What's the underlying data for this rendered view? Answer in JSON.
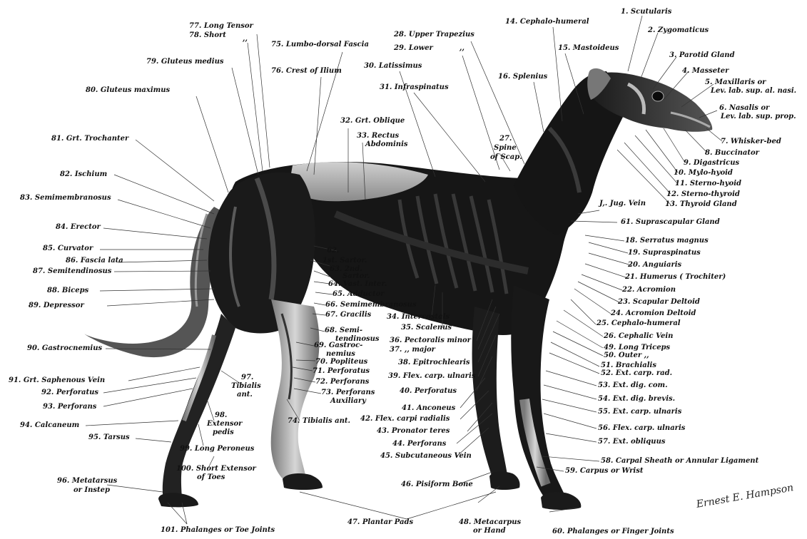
{
  "labels": {
    "l1": "1. Scutularis",
    "l2": "2. Zygomaticus",
    "l3": "3. Parotid Gland",
    "l4": "4. Masseter",
    "l5a": "5. Maxillaris or",
    "l5b": "Lev. lab. sup. al. nasi.",
    "l6a": "6. Nasalis or",
    "l6b": "Lev. lab. sup. prop.",
    "l7": "7. Whisker-bed",
    "l8": "8. Buccinator",
    "l9": "9. Digastricus",
    "l10": "10. Mylo-hyoid",
    "l11": "11. Sterno-hyoid",
    "l12": "12. Sterno-thyroid",
    "l13": "13. Thyroid Gland",
    "l14": "14. Cephalo-humeral",
    "l15": "15. Mastoideus",
    "l16": "16. Splenius",
    "l27a": "27.",
    "l27b": "Spine",
    "l27c": "of Scap.",
    "l28": "28. Upper Trapezius",
    "l29": "29. Lower",
    "l29d": ",,",
    "l30": "30. Latissimus",
    "l31": "31. Infraspinatus",
    "l32": "32. Grt. Oblique",
    "l33a": "33. Rectus",
    "l33b": "Abdominis",
    "ljug": "J,. Jug. Vein",
    "l61": "61. Suprascapular Gland",
    "l18": "18. Serratus magnus",
    "l19": "19. Supraspinatus",
    "l20": "20. Anguiaris",
    "l21": "21. Humerus ( Trochiter)",
    "l22": "22. Acromion",
    "l23": "23. Scapular Deltoid",
    "l24": "24. Acromion Deltoid",
    "l25": "25. Cephalo-humeral",
    "l26": "26. Cephalic Vein",
    "l49": "49. Long Triceps",
    "l50": "50. Outer  ,,",
    "l51": "51. Brachialis",
    "l52": "52. Ext. carp. rad.",
    "l53": "53. Ext. dig. com.",
    "l54": "54. Ext. dig. brevis.",
    "l55": "55. Ext. carp. ulnaris",
    "l56": "56. Flex. carp. ulnaris",
    "l57": "57. Ext. obliquus",
    "l58": "58. Carpal Sheath or Annular Ligament",
    "l59": "59. Carpus or Wrist",
    "l60": "60. Phalanges or Finger Joints",
    "l48a": "48. Metacarpus",
    "l48b": "or Hand",
    "l47": "47. Plantar Pads",
    "l46": "46. Pisiform Bone",
    "l45": "45. Subcutaneous Vein",
    "l44": "44. Perforans",
    "l43": "43. Pronator teres",
    "l42": "42. Flex. carpi radialis",
    "l41": "41. Anconeus",
    "l40": "40. Perforatus",
    "l39": "39. Flex. carp. ulnaris",
    "l38": "38. Epitrochlearis",
    "l37": "37.    ,,    major",
    "l36": "36. Pectoralis minor",
    "l35": "35. Scalenus",
    "l34": "34. Intercostals",
    "l77": "77. Long Tensor",
    "l78": "78. Short",
    "l78d": ",,",
    "l75": "75. Lumbo-dorsal Fascia",
    "l76": "76. Crest of Ilium",
    "l79": "79. Gluteus medius",
    "l80": "80. Gluteus maximus",
    "l81": "81. Grt. Trochanter",
    "l82": "82. Ischium",
    "l83": "83. Semimembranosus",
    "l84": "84. Erector",
    "l85": "85. Curvator",
    "l86": "86. Fascia lata",
    "l87": "87. Semitendinosus",
    "l88": "88. Biceps",
    "l89": "89. Depressor",
    "l62a": "62.",
    "l62b": "1st. Sartor.",
    "l63a": "63. 2nd.",
    "l63b": "Sartor.",
    "l64": "64. Vast. Inter.",
    "l65": "65. Adductor",
    "l66": "66. Semimembranosus",
    "l67": "67. Gracilis",
    "l68a": "68. Semi-",
    "l68b": "tendinosus",
    "l69a": "69. Gastroc-",
    "l69b": "nemius",
    "l70": "70. Popliteus",
    "l71": "71. Perforatus",
    "l72": "72. Perforans",
    "l73a": "73. Perforans",
    "l73b": "Auxiliary",
    "l74": "74. Tibialis ant.",
    "l97a": "97.",
    "l97b": "Tibialis",
    "l97c": "ant.",
    "l98a": "98.",
    "l98b": "Extensor",
    "l98c": "pedis",
    "l99": "99. Long Peroneus",
    "l100a": "100. Short Extensor",
    "l100b": "of Toes",
    "l90": "90. Gastrocnemius",
    "l91": "91. Grt. Saphenous Vein",
    "l92": "92. Perforatus",
    "l93": "93. Perforans",
    "l94": "94. Calcaneum",
    "l95": "95. Tarsus",
    "l96a": "96. Metatarsus",
    "l96b": "or Instep",
    "l101": "101. Phalanges or Toe Joints"
  },
  "signature": "Ernest E. Hampson",
  "colors": {
    "body": "#141414",
    "muscle_mid": "#3a3a3a",
    "muscle_light": "#8c8c8c",
    "fascia": "#bdbdbd",
    "leader": "#333333"
  }
}
